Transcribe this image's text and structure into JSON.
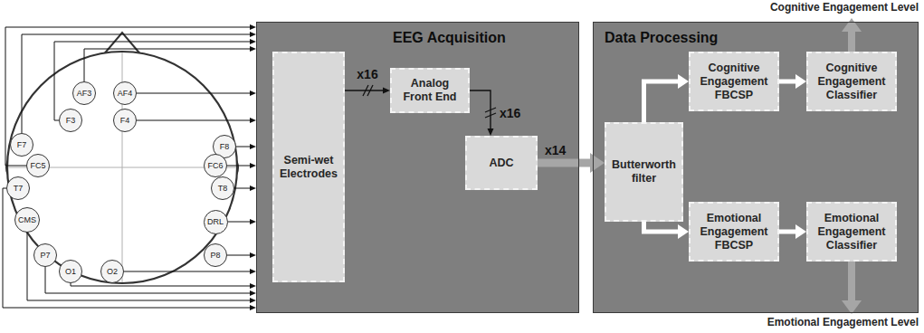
{
  "diagram": {
    "nodes": [
      {
        "text": [
          "AF3"
        ]
      },
      {
        "text": [
          "AF4"
        ]
      },
      {
        "text": [
          "F3"
        ]
      },
      {
        "text": [
          "F4"
        ]
      },
      {
        "text": [
          "F7"
        ]
      },
      {
        "text": [
          "F8"
        ]
      },
      {
        "text": [
          "FC5"
        ]
      },
      {
        "text": [
          "FC6"
        ]
      },
      {
        "text": [
          "T7"
        ]
      },
      {
        "text": [
          "T8"
        ]
      },
      {
        "text": [
          "CMS"
        ]
      },
      {
        "text": [
          "DRL"
        ]
      },
      {
        "text": [
          "P7"
        ]
      },
      {
        "text": [
          "P8"
        ]
      },
      {
        "text": [
          "O1"
        ]
      },
      {
        "text": [
          "O2"
        ]
      },
      {
        "text": [
          "EEG  Acquisition"
        ]
      },
      {
        "text": [
          "Semi-wet Electrodes"
        ],
        "in": 16
      },
      {
        "text": [
          "Analog Front End"
        ],
        "in": 16
      },
      {
        "text": [
          "ADC"
        ],
        "in": 16
      },
      {
        "text": [
          "Data Processing"
        ]
      },
      {
        "text": [
          "Butterworth filter"
        ],
        "in": 20
      },
      {
        "text": [
          "Cognitive Engagement FBCSP"
        ],
        "in": 20
      },
      {
        "text": [
          "Cognitive Engagement Classifier"
        ],
        "in": 20
      },
      {
        "text": [
          "Emotional Engagement FBCSP"
        ],
        "in": 20
      },
      {
        "text": [
          "Emotional Engagement Classifier"
        ],
        "in": 20
      }
    ],
    "edges": [
      {
        "from": 0,
        "to": 16,
        "arrow": "to"
      },
      {
        "from": 1,
        "to": 16,
        "arrow": "to"
      },
      {
        "from": 2,
        "to": 16,
        "arrow": "to"
      },
      {
        "from": 3,
        "to": 16,
        "arrow": "to"
      },
      {
        "from": 4,
        "to": 16,
        "arrow": "to"
      },
      {
        "from": 5,
        "to": 16,
        "arrow": "to"
      },
      {
        "from": 6,
        "to": 16,
        "arrow": "to"
      },
      {
        "from": 7,
        "to": 16,
        "arrow": "to"
      },
      {
        "from": 8,
        "to": 16,
        "arrow": "to"
      },
      {
        "from": 9,
        "to": 16,
        "arrow": "to"
      },
      {
        "from": 10,
        "to": 16,
        "arrow": "to"
      },
      {
        "from": 11,
        "to": 16,
        "arrow": "to"
      },
      {
        "from": 12,
        "to": 16,
        "arrow": "to"
      },
      {
        "from": 13,
        "to": 16,
        "arrow": "to"
      },
      {
        "from": 14,
        "to": 16,
        "arrow": "to"
      },
      {
        "from": 15,
        "to": 16,
        "arrow": "to"
      },
      {
        "from": 17,
        "to": 18,
        "label": "x16",
        "arrow": "to"
      },
      {
        "from": 18,
        "to": 19,
        "label": "x16",
        "arrow": "to"
      },
      {
        "from": 19,
        "to": 21,
        "label": "x14",
        "arrow": "to"
      },
      {
        "from": 21,
        "to": 22,
        "arrow": "to"
      },
      {
        "from": 21,
        "to": 24,
        "arrow": "to"
      },
      {
        "from": 22,
        "to": 23,
        "arrow": "to"
      },
      {
        "from": 24,
        "to": 25,
        "arrow": "to"
      }
    ],
    "labels": [
      "Cognitive Engagement Level",
      "Emotional Engagement Level"
    ]
  }
}
